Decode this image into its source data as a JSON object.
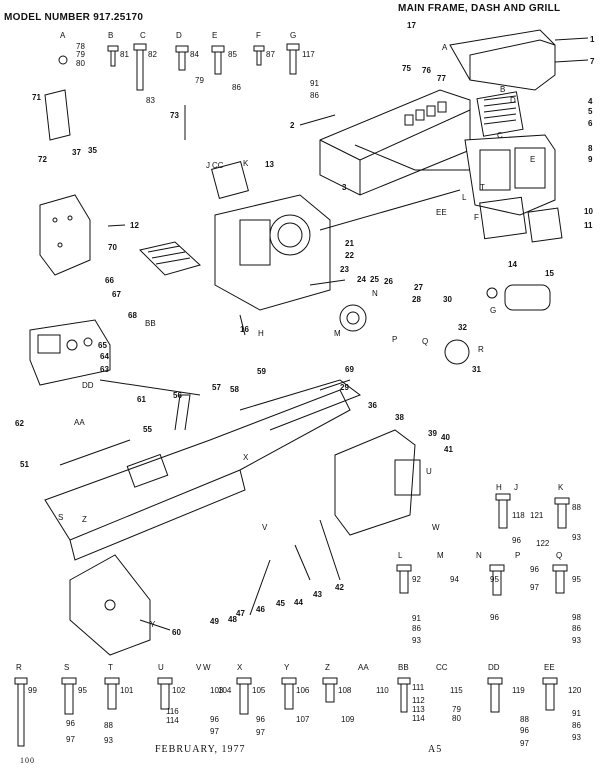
{
  "header": {
    "model": "MODEL NUMBER 917.25170",
    "section": "MAIN FRAME, DASH AND GRILL"
  },
  "footer": {
    "date": "FEBRUARY, 1977",
    "page": "A5",
    "stamp": "100"
  },
  "hardware_rows": [
    {
      "code": "A",
      "parts": [
        "78",
        "79",
        "80"
      ]
    },
    {
      "code": "B",
      "parts": [
        "81"
      ]
    },
    {
      "code": "C",
      "parts": [
        "82",
        "83"
      ]
    },
    {
      "code": "D",
      "parts": [
        "84",
        "79"
      ]
    },
    {
      "code": "E",
      "parts": [
        "85",
        "86"
      ]
    },
    {
      "code": "F",
      "parts": [
        "87"
      ]
    },
    {
      "code": "G",
      "parts": [
        "117",
        "91",
        "86"
      ]
    }
  ],
  "hardware_right": [
    {
      "code": "H",
      "parts": [
        "118",
        "96"
      ]
    },
    {
      "code": "J",
      "parts": [
        "121",
        "122"
      ]
    },
    {
      "code": "K",
      "parts": [
        "88",
        "93"
      ]
    },
    {
      "code": "L",
      "parts": [
        "92",
        "91",
        "86",
        "93"
      ]
    },
    {
      "code": "M",
      "parts": [
        "94"
      ]
    },
    {
      "code": "N",
      "parts": [
        "95",
        "96"
      ]
    },
    {
      "code": "P",
      "parts": [
        "96",
        "97"
      ]
    },
    {
      "code": "Q",
      "parts": [
        "95",
        "98",
        "86",
        "93"
      ]
    }
  ],
  "hardware_bottom": [
    {
      "code": "R",
      "parts": [
        "99"
      ]
    },
    {
      "code": "S",
      "parts": [
        "95",
        "96",
        "97"
      ]
    },
    {
      "code": "T",
      "parts": [
        "101",
        "88",
        "93"
      ]
    },
    {
      "code": "U",
      "parts": [
        "102",
        "116",
        "114"
      ]
    },
    {
      "code": "V",
      "parts": [
        "103",
        "96",
        "97"
      ]
    },
    {
      "code": "W",
      "parts": [
        "104"
      ]
    },
    {
      "code": "X",
      "parts": [
        "105",
        "96",
        "97"
      ]
    },
    {
      "code": "Y",
      "parts": [
        "106",
        "107"
      ]
    },
    {
      "code": "Z",
      "parts": [
        "108",
        "109"
      ]
    },
    {
      "code": "AA",
      "parts": [
        "110"
      ]
    },
    {
      "code": "BB",
      "parts": [
        "111",
        "112",
        "113",
        "114"
      ]
    },
    {
      "code": "CC",
      "parts": [
        "115",
        "79",
        "80"
      ]
    },
    {
      "code": "DD",
      "parts": [
        "119",
        "88",
        "96",
        "97"
      ]
    },
    {
      "code": "EE",
      "parts": [
        "120",
        "91",
        "86",
        "93"
      ]
    }
  ],
  "callouts": [
    "1",
    "2",
    "3",
    "4",
    "5",
    "6",
    "7",
    "8",
    "9",
    "10",
    "11",
    "12",
    "13",
    "14",
    "15",
    "16",
    "17",
    "21",
    "22",
    "23",
    "24",
    "25",
    "26",
    "27",
    "28",
    "29",
    "30",
    "31",
    "32",
    "35",
    "36",
    "37",
    "38",
    "39",
    "40",
    "41",
    "42",
    "43",
    "44",
    "45",
    "46",
    "47",
    "48",
    "49",
    "51",
    "55",
    "56",
    "57",
    "58",
    "59",
    "60",
    "61",
    "62",
    "63",
    "64",
    "65",
    "66",
    "67",
    "68",
    "69",
    "70",
    "71",
    "72",
    "73",
    "75",
    "76",
    "77"
  ],
  "letter_refs": [
    "A",
    "B",
    "C",
    "D",
    "E",
    "F",
    "G",
    "H",
    "J",
    "K",
    "L",
    "M",
    "N",
    "P",
    "Q",
    "R",
    "S",
    "T",
    "U",
    "V",
    "W",
    "X",
    "Y",
    "Z",
    "AA",
    "BB",
    "CC",
    "DD",
    "EE"
  ]
}
